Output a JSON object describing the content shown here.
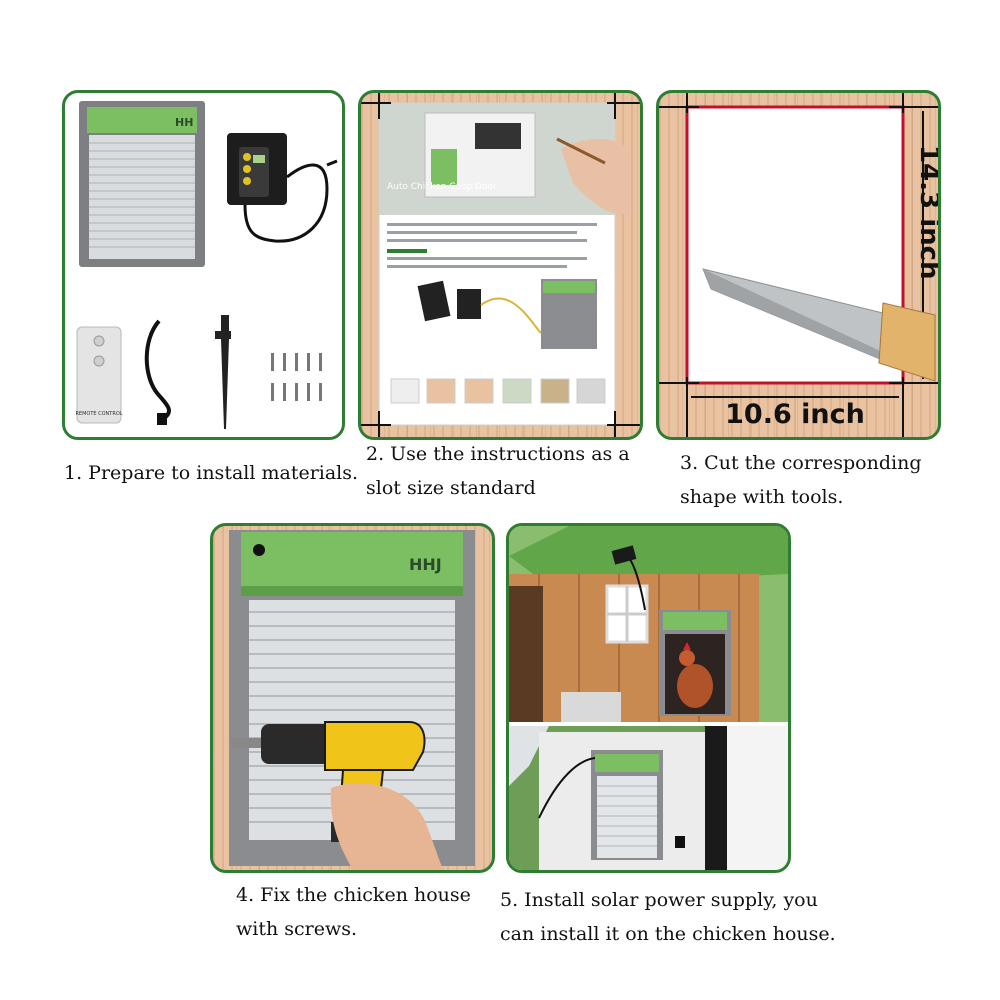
{
  "steps": [
    {
      "caption": "1. Prepare to install materials."
    },
    {
      "caption_line1": "2. Use the instructions as a",
      "caption_line2": "slot size standard"
    },
    {
      "caption_line1": "3. Cut the corresponding",
      "caption_line2": "shape with tools."
    },
    {
      "caption_line1": "4. Fix the chicken house",
      "caption_line2": "with screws."
    },
    {
      "caption_line1": "5. Install solar power supply, you",
      "caption_line2": "can install it on the chicken house."
    }
  ],
  "panel1": {
    "remote_label": "REMOTE CONTROL"
  },
  "panel2": {
    "manual_title": "Auto Chicken Coop Door"
  },
  "panel3": {
    "height_label": "14.3 inch",
    "width_label": "10.6 inch"
  },
  "colors": {
    "border": "#2f7d32",
    "door_green": "#7cbf62",
    "frame_gray": "#7d7f82",
    "wood": "#e9c3a1",
    "cut_line": "#c2122b"
  }
}
